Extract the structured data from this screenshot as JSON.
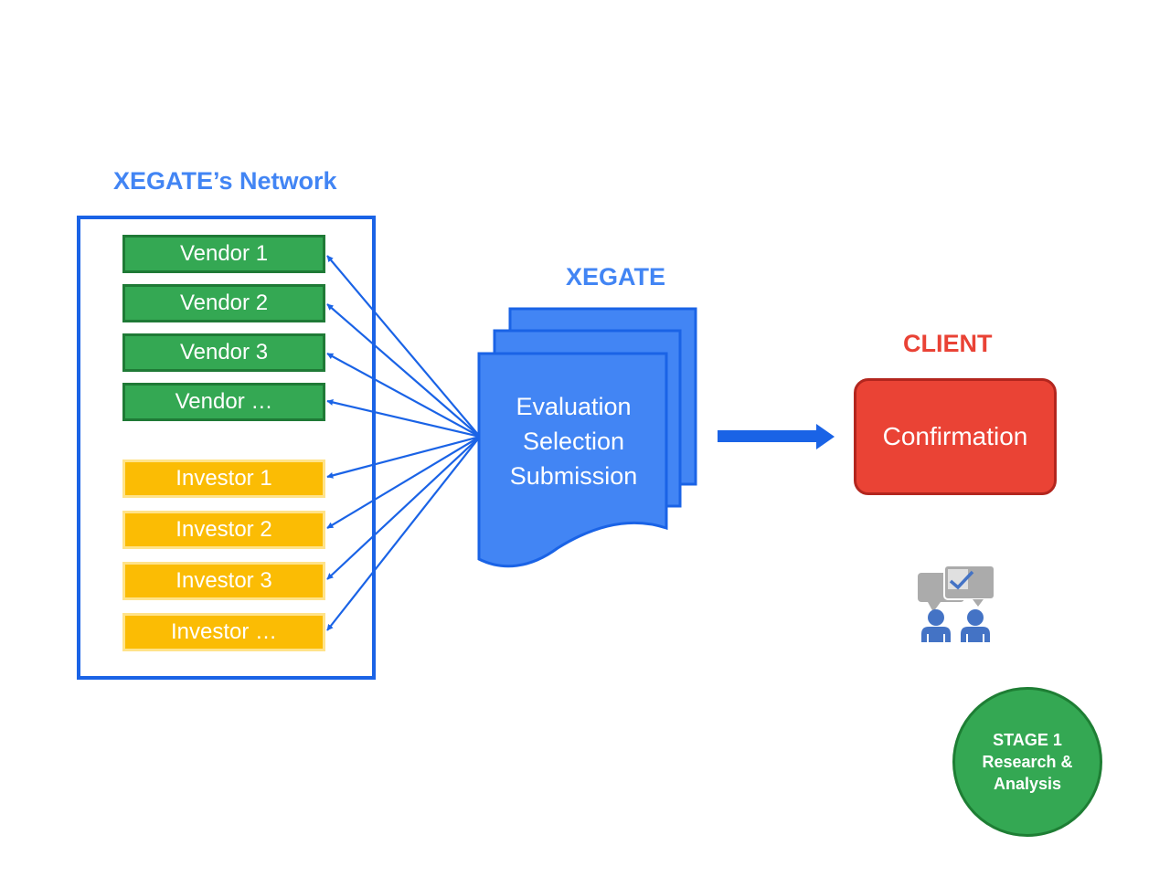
{
  "network": {
    "title": "XEGATE’s Network",
    "vendors": [
      "Vendor 1",
      "Vendor 2",
      "Vendor 3",
      "Vendor …"
    ],
    "investors": [
      "Investor 1",
      "Investor 2",
      "Investor 3",
      "Investor …"
    ]
  },
  "xegate": {
    "title": "XEGATE",
    "steps": [
      "Evaluation",
      "Selection",
      "Submission"
    ]
  },
  "client": {
    "title": "CLIENT",
    "box_label": "Confirmation"
  },
  "stage": {
    "line1": "STAGE 1",
    "line2": "Research &",
    "line3": "Analysis"
  },
  "icons": {
    "meeting": "people-chat-check-icon",
    "arrow": "right-arrow-icon"
  },
  "colors": {
    "blue": "#4285f4",
    "dark_blue": "#1a63e6",
    "green": "#34a853",
    "yellow": "#fbbc04",
    "red": "#ea4335"
  }
}
